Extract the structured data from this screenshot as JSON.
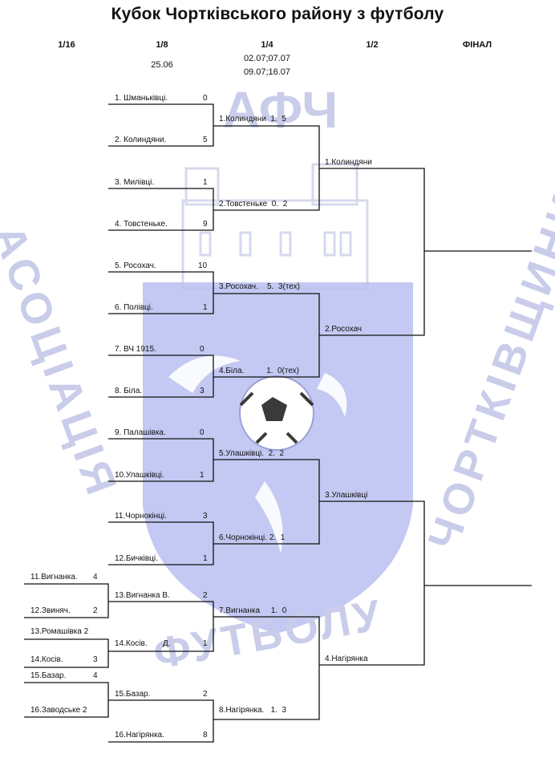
{
  "title": "Кубок Чортківського району з футболу",
  "rounds": [
    {
      "label": "1/16"
    },
    {
      "label": "1/8",
      "dates": [
        "25.06"
      ]
    },
    {
      "label": "1/4",
      "dates": [
        "02.07;07.07",
        "09.07;16.07"
      ]
    },
    {
      "label": "1/2"
    },
    {
      "label": "ФІНАЛ"
    }
  ],
  "watermark": {
    "top": "АФЧ",
    "left": "АСОЦІАЦІЯ",
    "bottom": "ФУТБОЛУ",
    "right": "ЧОРТКІВЩИНИ"
  },
  "colors": {
    "emblem": "#b9bff0",
    "lines": "#111111"
  },
  "r16": [
    {
      "name": "11.Вигнанка.",
      "score": "4"
    },
    {
      "name": "12.Звиняч.",
      "score": "2"
    },
    {
      "name": "13.Ромашівка 2",
      "score": ""
    },
    {
      "name": "14.Косів.",
      "score": "3"
    },
    {
      "name": "15.Базар.",
      "score": "4"
    },
    {
      "name": "16.Заводське 2",
      "score": ""
    }
  ],
  "r8": [
    {
      "name": "1.  Шманьківці.",
      "score": "0"
    },
    {
      "name": "2.  Колиндяни.",
      "score": "5"
    },
    {
      "name": "3.  Милівці.",
      "score": "1"
    },
    {
      "name": "4.  Товстеньке.",
      "score": "9"
    },
    {
      "name": "5.  Росохач.",
      "score": "10"
    },
    {
      "name": "6.  Полівці.",
      "score": "1"
    },
    {
      "name": "7.  ВЧ 1915.",
      "score": "0"
    },
    {
      "name": "8.  Біла.",
      "score": "3"
    },
    {
      "name": "9.  Палашівка.",
      "score": "0"
    },
    {
      "name": "10.Улашківці.",
      "score": "1"
    },
    {
      "name": "11.Чорнокінці.",
      "score": "3"
    },
    {
      "name": "12.Бичківці.",
      "score": "1"
    },
    {
      "name": "13.Вигнанка В.",
      "score": "2"
    },
    {
      "name": "14.Косів.       Д.",
      "score": "1"
    },
    {
      "name": "15.Базар.",
      "score": "2"
    },
    {
      "name": "16.Нагірянка.",
      "score": "8"
    }
  ],
  "r4": [
    {
      "label": "1.Колиндяни  1.  5"
    },
    {
      "label": "2.Товстеньке  0.  2"
    },
    {
      "label": "3.Росохач.    5.  3(тех)"
    },
    {
      "label": "4.Біла.          1.  0(тех)"
    },
    {
      "label": "5.Улашківці.  2.  2"
    },
    {
      "label": "6.Чорнокінці. 2.  1"
    },
    {
      "label": "7.Вигнанка     1.  0"
    },
    {
      "label": "8.Нагірянка.   1.  3"
    }
  ],
  "r2": [
    {
      "label": "1.Колиндяни"
    },
    {
      "label": "2.Росохач"
    },
    {
      "label": "3.Улашківці"
    },
    {
      "label": "4.Нагірянка"
    }
  ]
}
